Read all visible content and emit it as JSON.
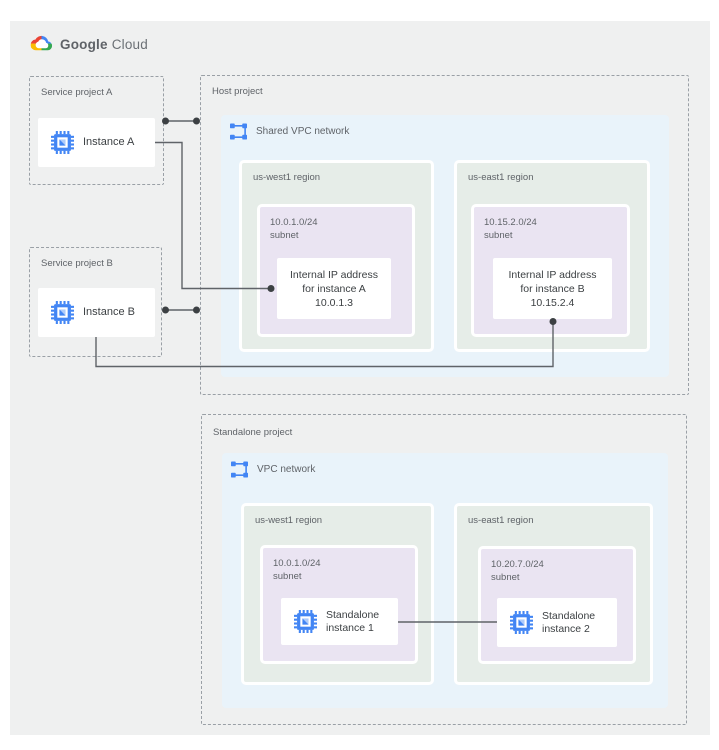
{
  "logo": {
    "primary": "Google",
    "secondary": "Cloud"
  },
  "colors": {
    "panel_bg": "#EFF0F0",
    "network_bg": "#E9F3FA",
    "region_bg": "#E6EDE8",
    "subnet_bg": "#EAE4F2",
    "icon_blue": "#4285F4",
    "wire": "#5f6368"
  },
  "service_project_a": {
    "label": "Service project A",
    "instance_label": "Instance A"
  },
  "service_project_b": {
    "label": "Service project B",
    "instance_label": "Instance B"
  },
  "host_project": {
    "label": "Host project",
    "network_label": "Shared VPC network",
    "regions": [
      {
        "label": "us-west1 region",
        "subnet_label": "10.0.1.0/24\nsubnet",
        "ip_line1": "Internal IP address",
        "ip_line2": "for instance A",
        "ip_line3": "10.0.1.3"
      },
      {
        "label": "us-east1 region",
        "subnet_label": "10.15.2.0/24\nsubnet",
        "ip_line1": "Internal IP address",
        "ip_line2": "for instance B",
        "ip_line3": "10.15.2.4"
      }
    ]
  },
  "standalone_project": {
    "label": "Standalone project",
    "network_label": "VPC network",
    "regions": [
      {
        "label": "us-west1 region",
        "subnet_label": "10.0.1.0/24\nsubnet",
        "instance_label": "Standalone\ninstance 1"
      },
      {
        "label": "us-east1 region",
        "subnet_label": "10.20.7.0/24\nsubnet",
        "instance_label": "Standalone\ninstance 2"
      }
    ]
  }
}
